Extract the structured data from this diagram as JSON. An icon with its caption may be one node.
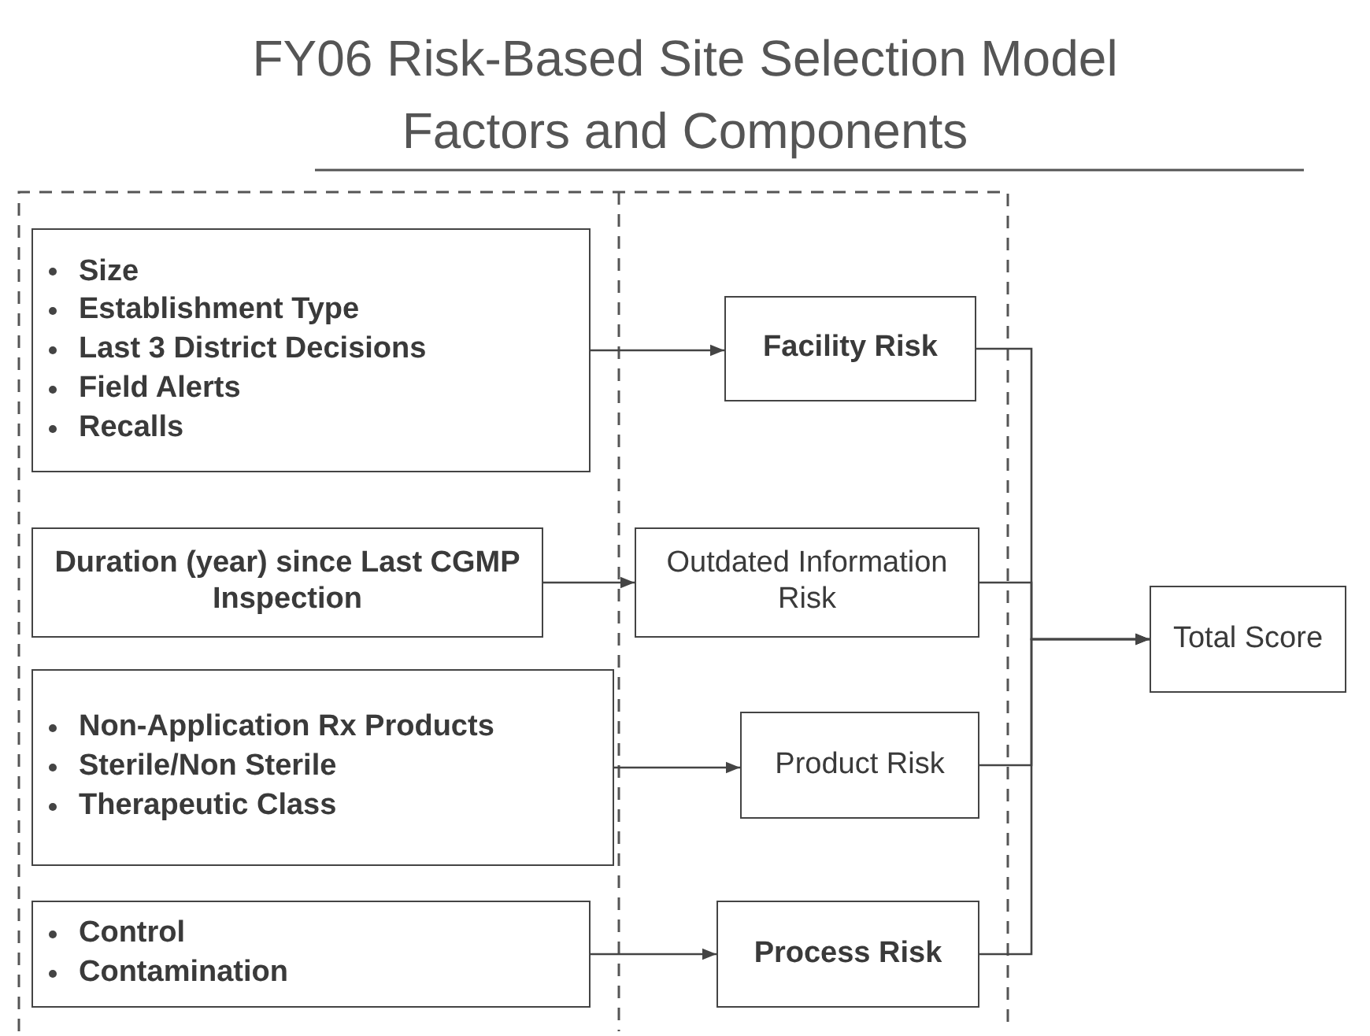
{
  "diagram": {
    "title": "FY06 Risk-Based Site Selection Model Factors and Components",
    "nodes": [
      {
        "text": [
          "Size",
          "Establishment Type",
          "Last 3 District Decisions",
          "Field Alerts",
          "Recalls"
        ]
      },
      {
        "text": [
          "Duration (year) since Last CGMP Inspection"
        ]
      },
      {
        "text": [
          "Non-Application Rx Products",
          "Sterile/Non Sterile",
          "Therapeutic Class"
        ]
      },
      {
        "text": [
          "Control",
          "Contamination"
        ]
      },
      {
        "text": [
          "Facility Risk"
        ]
      },
      {
        "text": [
          "Outdated Information Risk"
        ]
      },
      {
        "text": [
          "Product Risk"
        ]
      },
      {
        "text": [
          "Process Risk"
        ]
      },
      {
        "text": [
          "Total Score"
        ]
      }
    ],
    "edges": [
      {
        "from": 0,
        "to": 4,
        "arrow": "to"
      },
      {
        "from": 1,
        "to": 5,
        "arrow": "to"
      },
      {
        "from": 2,
        "to": 6,
        "arrow": "to"
      },
      {
        "from": 3,
        "to": 7,
        "arrow": "to"
      },
      {
        "from": 4,
        "to": 8,
        "arrow": "to"
      },
      {
        "from": 5,
        "to": 8,
        "arrow": "to"
      },
      {
        "from": 6,
        "to": 8,
        "arrow": "to"
      },
      {
        "from": 7,
        "to": 8,
        "arrow": "to"
      }
    ]
  }
}
